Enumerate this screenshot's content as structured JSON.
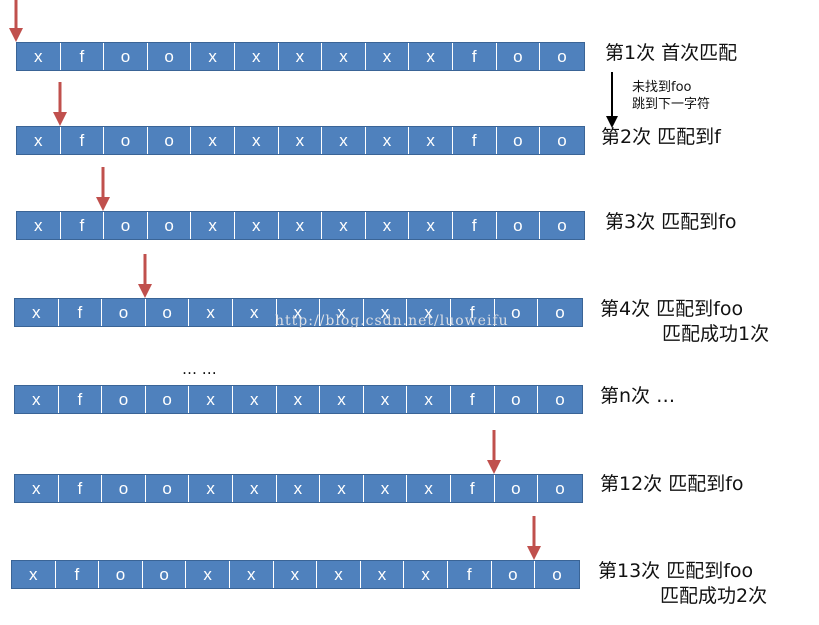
{
  "sequence": [
    "x",
    "f",
    "o",
    "o",
    "x",
    "x",
    "x",
    "x",
    "x",
    "x",
    "f",
    "o",
    "o"
  ],
  "rows": [
    {
      "pointer": 0,
      "label": "第1次  首次匹配",
      "sub": ""
    },
    {
      "pointer": 1,
      "label": "第2次  匹配到f",
      "sub": ""
    },
    {
      "pointer": 2,
      "label": "第3次  匹配到fo",
      "sub": ""
    },
    {
      "pointer": 3,
      "label": "第4次  匹配到foo",
      "sub": "匹配成功1次"
    },
    {
      "pointer": null,
      "label": "第n次  …",
      "sub": ""
    },
    {
      "pointer": 11,
      "label": "第12次  匹配到fo",
      "sub": ""
    },
    {
      "pointer": 12,
      "label": "第13次  匹配到foo",
      "sub": "匹配成功2次"
    }
  ],
  "note": {
    "line1": "未找到foo",
    "line2": "跳到下一字符"
  },
  "ellipsis": "… …",
  "watermark": "http://blog.csdn.net/luoweifu",
  "colors": {
    "cell": "#4f81bd",
    "pointer": "#c0504d"
  }
}
